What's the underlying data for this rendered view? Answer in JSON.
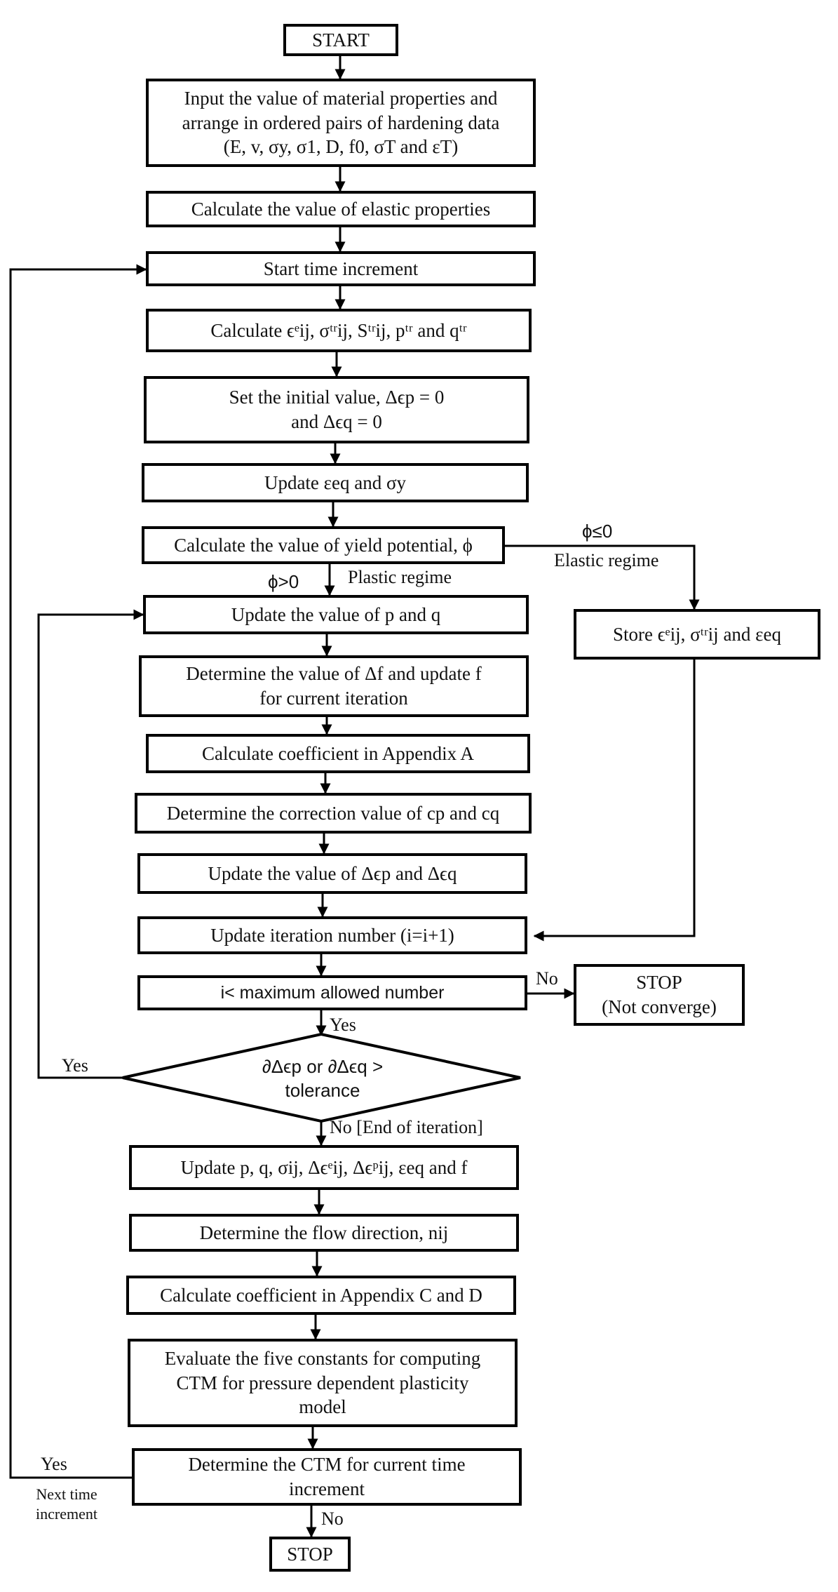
{
  "start": "START",
  "input_props": {
    "line1": "Input the value of material properties and",
    "line2": "arrange in ordered pairs of hardening data",
    "line3": "(E, v, σy, σ1, D, f0, σT and εT)"
  },
  "calc_elastic": "Calculate the value of elastic properties",
  "start_time_inc": "Start time increment",
  "calc_trial": "Calculate ϵᵉij, σᵗʳij, Sᵗʳij, pᵗʳ and qᵗʳ",
  "set_initial": {
    "line1": "Set the initial value, Δϵp = 0",
    "line2": "and Δϵq = 0"
  },
  "update_eq": "Update εeq and σy",
  "calc_yield": "Calculate the value of yield potential, ϕ",
  "phi_le0": "ϕ≤0",
  "elastic_regime": "Elastic regime",
  "phi_gt0": "ϕ>0",
  "plastic_regime": "Plastic regime",
  "update_pq": "Update the value of p and q",
  "store": "Store ϵᵉij, σᵗʳij and εeq",
  "determine_df": {
    "line1": "Determine the value of  Δf and update f",
    "line2": "for current iteration"
  },
  "calc_coeff_a": "Calculate coefficient in Appendix A",
  "det_correction": "Determine the correction value of cp and cq",
  "update_deps": "Update the value of Δϵp and Δϵq",
  "update_iter": "Update iteration number (i=i+1)",
  "max_allowed": "i< maximum allowed number",
  "no1": "No",
  "stop_nc": {
    "line1": "STOP",
    "line2": "(Not converge)"
  },
  "yes1": "Yes",
  "yes2": "Yes",
  "diamond": {
    "line1": "∂Δϵp or ∂Δϵq >",
    "line2": "tolerance"
  },
  "no_end": "No [End of iteration]",
  "update_all": "Update p, q, σij, Δϵᵉij, Δϵᵖij, εeq and f",
  "flow_dir": "Determine the flow direction, nij",
  "calc_coeff_cd": "Calculate coefficient in Appendix C and D",
  "evaluate": {
    "line1": "Evaluate the five constants for computing",
    "line2": "CTM for pressure dependent plasticity",
    "line3": "model"
  },
  "det_ctm": {
    "line1": "Determine the CTM for current time",
    "line2": "increment"
  },
  "yes3": "Yes",
  "next_time": {
    "line1": "Next time",
    "line2": "increment"
  },
  "no3": "No",
  "stop": "STOP"
}
